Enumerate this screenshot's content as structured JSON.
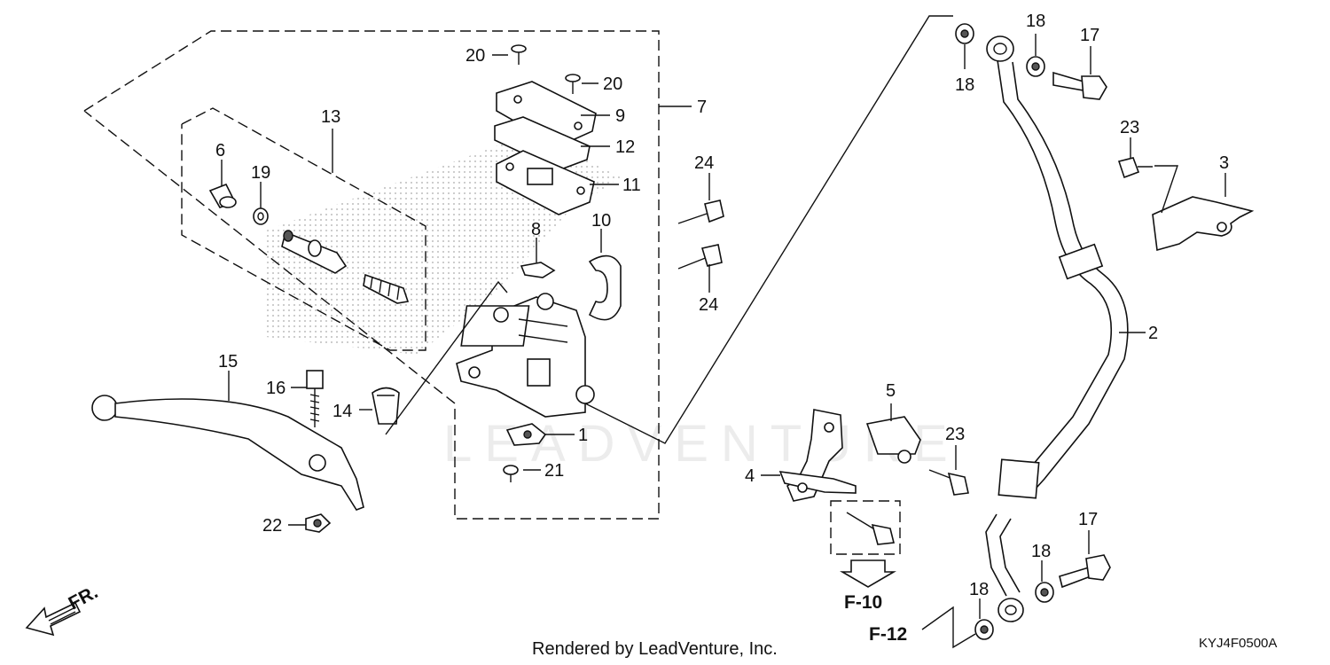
{
  "callouts": {
    "c1": "1",
    "c2": "2",
    "c3": "3",
    "c4": "4",
    "c5": "5",
    "c6": "6",
    "c7": "7",
    "c8": "8",
    "c9": "9",
    "c10": "10",
    "c11": "11",
    "c12": "12",
    "c13": "13",
    "c14": "14",
    "c15": "15",
    "c16": "16",
    "c17a": "17",
    "c17b": "17",
    "c18a": "18",
    "c18b": "18",
    "c18c": "18",
    "c18d": "18",
    "c19": "19",
    "c20a": "20",
    "c20b": "20",
    "c21": "21",
    "c22": "22",
    "c23a": "23",
    "c23b": "23",
    "c24a": "24",
    "c24b": "24"
  },
  "references": {
    "f10": "F-10",
    "f12": "F-12"
  },
  "direction": {
    "label": "FR."
  },
  "footer": {
    "credit": "Rendered by LeadVenture, Inc.",
    "code": "KYJ4F0500A"
  },
  "watermark": {
    "text": "LEADVENTURE"
  },
  "colors": {
    "ink": "#111111",
    "shade": "#555555",
    "watermark": "#ececec"
  }
}
